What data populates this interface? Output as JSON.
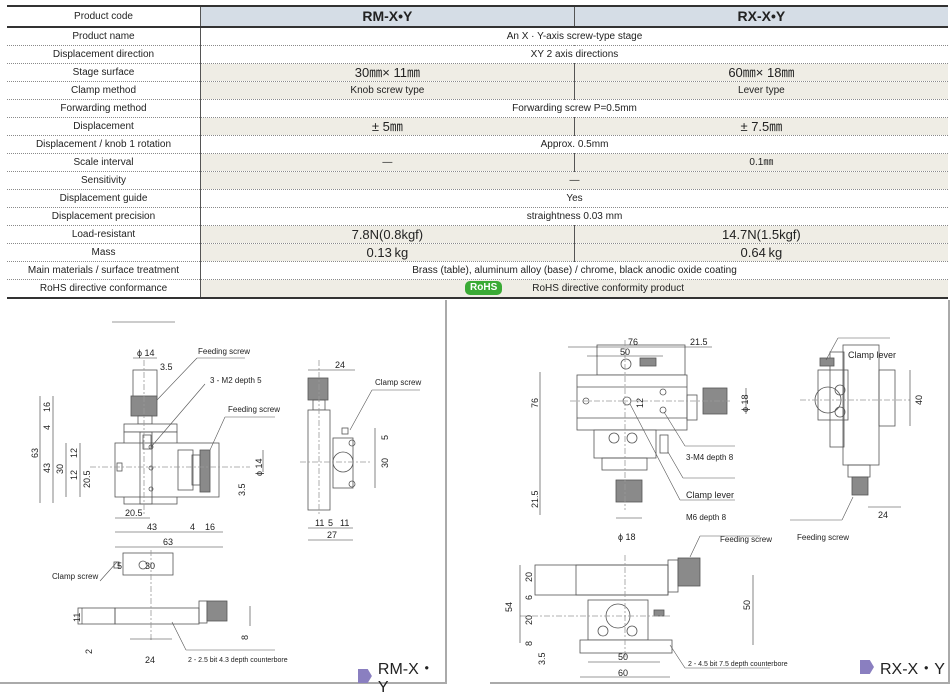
{
  "spec_table": {
    "header": {
      "label": "Product code",
      "models": [
        "RM-X•Y",
        "RX-X•Y"
      ]
    },
    "rows": [
      {
        "label": "Product name",
        "merged": "An X · Y-axis screw-type stage"
      },
      {
        "label": "Displacement direction",
        "merged": "XY 2 axis directions"
      },
      {
        "label": "Stage surface",
        "values": [
          "30㎜× 11㎜",
          "60㎜× 18㎜"
        ]
      },
      {
        "label": "Clamp method",
        "values": [
          "Knob screw type",
          "Lever type"
        ]
      },
      {
        "label": "Forwarding method",
        "merged": "Forwarding screw P=0.5mm"
      },
      {
        "label": "Displacement",
        "values": [
          "± 5㎜",
          "± 7.5㎜"
        ]
      },
      {
        "label": "Displacement / knob 1 rotation",
        "merged": "Approx. 0.5mm"
      },
      {
        "label": "Scale interval",
        "values": [
          "—",
          "0.1㎜"
        ]
      },
      {
        "label": "Sensitivity",
        "merged": "—"
      },
      {
        "label": "Displacement guide",
        "merged": "Yes"
      },
      {
        "label": "Displacement precision",
        "merged": "straightness 0.03 mm"
      },
      {
        "label": "Load-resistant",
        "values": [
          "7.8N(0.8kgf)",
          "14.7N(1.5kgf)"
        ]
      },
      {
        "label": "Mass",
        "values": [
          "0.13 kg",
          "0.64 kg"
        ]
      },
      {
        "label": "Main materials / surface treatment",
        "merged": "Brass (table), aluminum alloy (base) / chrome, black anodic oxide coating"
      },
      {
        "label": "RoHS directive conformance",
        "badge": "RoHS",
        "merged": "RoHS directive conformity product"
      }
    ]
  },
  "drawing_rm": {
    "model": "RM-X・Y",
    "labels": {
      "feeding_screw_top": "Feeding screw",
      "holes": "3 - M2 depth 5",
      "feeding_screw_side": "Feeding screw",
      "clamp_screw_side": "Clamp screw",
      "clamp_screw_bottom": "Clamp screw",
      "counterbore": "2 - 2.5 bit 4.3 depth counterbore"
    },
    "dims": {
      "phi14_top": "ϕ 14",
      "d3_5_top": "3.5",
      "d16_v": "16",
      "d4_v": "4",
      "d63_v": "63",
      "d43_v": "43",
      "d30_v": "30",
      "d12_a": "12",
      "d12_b": "12",
      "d20_5_v": "20.5",
      "d20_5_h": "20.5",
      "d43_h": "43",
      "d4_h": "4",
      "d16_h": "16",
      "d63_h": "63",
      "phi14_side": "ϕ 14",
      "d3_5_side": "3.5",
      "d24_side": "24",
      "d5_side": "5",
      "d30_side": "30",
      "d11_a": "11",
      "d5_b": "5",
      "d11_b": "11",
      "d27": "27",
      "d5_bot": "5",
      "d30_bot": "30",
      "d11_bot": "11",
      "d2_bot": "2",
      "d24_bot": "24",
      "d8_bot": "8"
    }
  },
  "drawing_rx": {
    "model": "RX-X・Y",
    "labels": {
      "holes": "3-M4 depth 8",
      "clamp_lever": "Clamp lever",
      "m6": "M6 depth 8",
      "clamp_lever_side": "Clamp lever",
      "feeding_screw_side": "Feeding screw",
      "feeding_screw_bottom": "Feeding screw",
      "counterbore": "2 - 4.5 bit 7.5 depth counterbore"
    },
    "dims": {
      "d76_h": "76",
      "d21_5_h": "21.5",
      "d50_h": "50",
      "d76_v": "76",
      "d12": "12",
      "phi18_side": "ϕ 18",
      "d21_5_v": "21.5",
      "phi18_bot": "ϕ 18",
      "d40": "40",
      "d24": "24",
      "d54": "54",
      "d20_a": "20",
      "d6": "6",
      "d20_b": "20",
      "d8": "8",
      "d3_5": "3.5",
      "d50_v": "50",
      "d50_b": "50",
      "d60": "60"
    }
  },
  "colors": {
    "header_bg": "#d5dde6",
    "shade_bg": "#efede5",
    "rohs_green": "#3aaa35",
    "tag_arrow": "#8a7fc0"
  }
}
